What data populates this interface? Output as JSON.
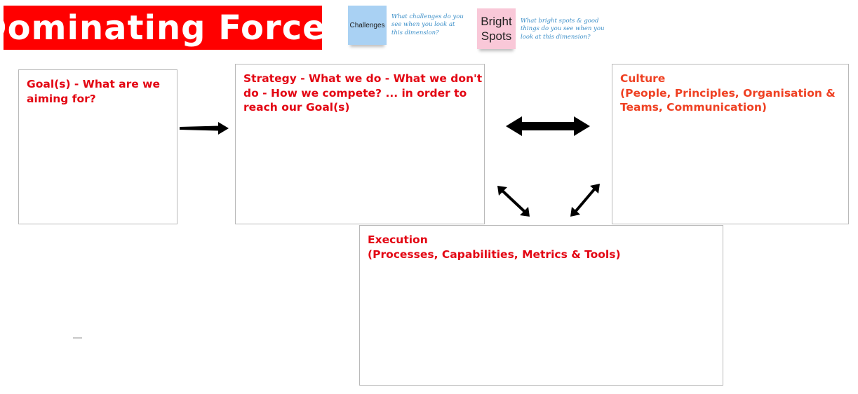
{
  "header": {
    "title": "Dominating Forces",
    "brand_color": "#ff0000"
  },
  "stickies": {
    "challenges": {
      "label": "Challenges",
      "hint_lines": [
        "What challenges do you",
        "see when you look at",
        "this dimension?"
      ],
      "color": "#a9d1f3"
    },
    "bright_spots": {
      "label_lines": [
        "Bright",
        "Spots"
      ],
      "hint_lines": [
        "What bright spots & good",
        "things do you see when you",
        "look at this dimension?"
      ],
      "color": "#f9c8d8"
    }
  },
  "boxes": {
    "goals": {
      "title_lines": [
        "Goal(s) - What are we",
        "aiming for?"
      ]
    },
    "strategy": {
      "title_lines": [
        "Strategy - What we do - What we don't",
        "do - How we compete? ... in order to",
        "reach our Goal(s)"
      ]
    },
    "culture": {
      "title_lines": [
        "Culture",
        "(People, Principles, Organisation &",
        "Teams, Communication)"
      ],
      "color": "#ef4123"
    },
    "execution": {
      "title_lines": [
        "Execution",
        "(Processes, Capabilities, Metrics & Tools)"
      ]
    }
  },
  "colors": {
    "title_red": "#e30613",
    "box_border": "#b9b9b9",
    "arrow": "#000000"
  }
}
